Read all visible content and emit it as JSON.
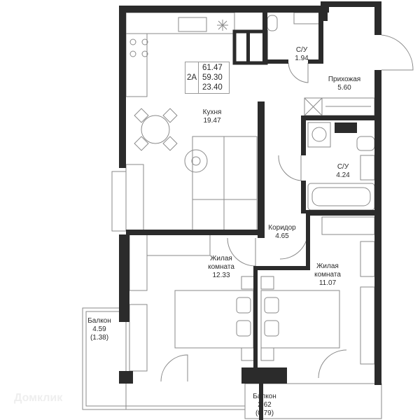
{
  "apartment": {
    "type": "2А",
    "total_area": "61.47",
    "living_total": "59.30",
    "living_area": "23.40"
  },
  "rooms": [
    {
      "name": "С/У",
      "area": "1.94"
    },
    {
      "name": "Прихожая",
      "area": "5.60"
    },
    {
      "name": "Кухня",
      "area": "19.47"
    },
    {
      "name": "С/У",
      "area": "4.24"
    },
    {
      "name": "Коридор",
      "area": "4.65"
    },
    {
      "name_line1": "Жилая",
      "name_line2": "комната",
      "area": "12.33"
    },
    {
      "name_line1": "Жилая",
      "name_line2": "комната",
      "area": "11.07"
    },
    {
      "name": "Балкон",
      "area": "4.59",
      "reduced": "(1.38)"
    },
    {
      "name": "Балкон",
      "area": "2.62",
      "reduced": "(0.79)"
    }
  ],
  "watermark": "Домклик",
  "colors": {
    "wall": "#2b2b2b",
    "line": "#8a8a8a"
  }
}
